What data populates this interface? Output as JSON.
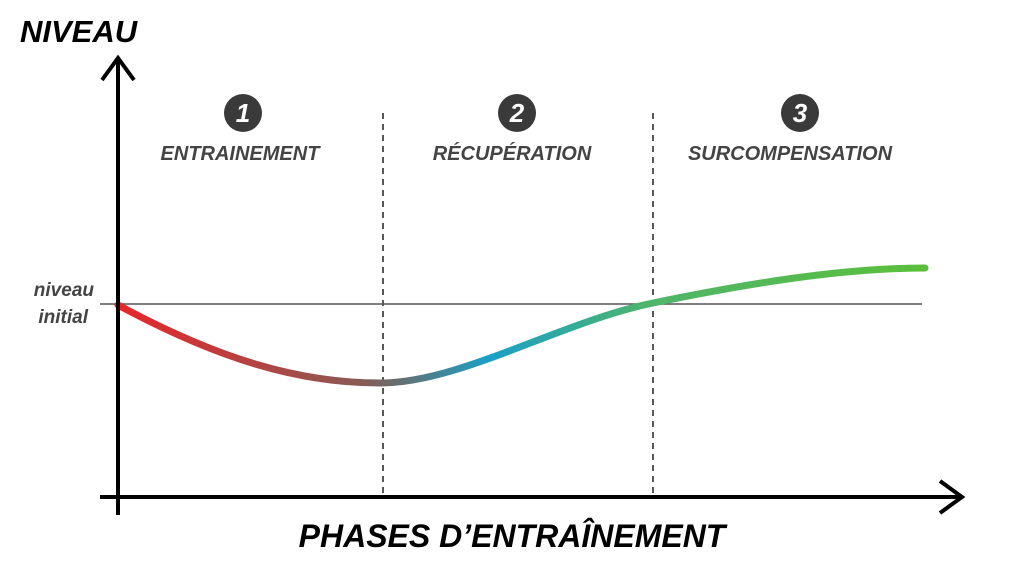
{
  "y_axis_label": "NIVEAU",
  "x_axis_label": "PHASES D’ENTRAÎNEMENT",
  "baseline_label_line1": "niveau",
  "baseline_label_line2": "initial",
  "phases": [
    {
      "number": "1",
      "label": "ENTRAINEMENT"
    },
    {
      "number": "2",
      "label": "RÉCUPÉRATION"
    },
    {
      "number": "3",
      "label": "SURCOMPENSATION"
    }
  ],
  "colors": {
    "start": "#e8262a",
    "middle": "#6b6b6b",
    "blue": "#1aa0c8",
    "end": "#5bbf3a",
    "text": "#444444",
    "badge": "#3a3a3a"
  }
}
